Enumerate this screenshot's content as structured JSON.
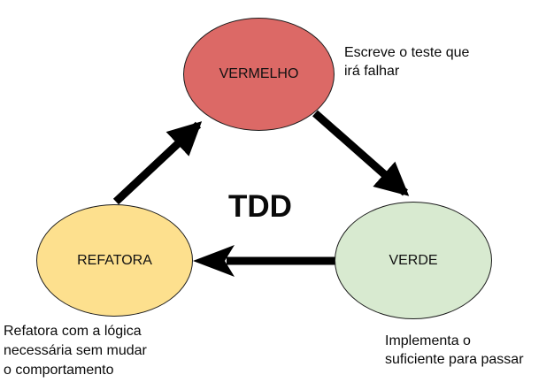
{
  "diagram": {
    "center_label": "TDD",
    "arrow_color": "#000000",
    "background_color": "#ffffff",
    "nodes": {
      "vermelho": {
        "label": "VERMELHO",
        "color": "#dc6966"
      },
      "verde": {
        "label": "VERDE",
        "color": "#d8ead0"
      },
      "refatora": {
        "label": "REFATORA",
        "color": "#fde08e"
      }
    },
    "annotations": {
      "vermelho": {
        "lines": [
          "Escreve o teste que",
          "irá falhar"
        ]
      },
      "verde": {
        "lines": [
          "Implementa o",
          "suficiente para passar"
        ]
      },
      "refatora": {
        "lines": [
          "Refatora com a lógica",
          "necessária sem mudar",
          "o comportamento"
        ]
      }
    },
    "edges": [
      {
        "from": "REFATORA",
        "to": "VERMELHO"
      },
      {
        "from": "VERMELHO",
        "to": "VERDE"
      },
      {
        "from": "VERDE",
        "to": "REFATORA"
      }
    ]
  }
}
